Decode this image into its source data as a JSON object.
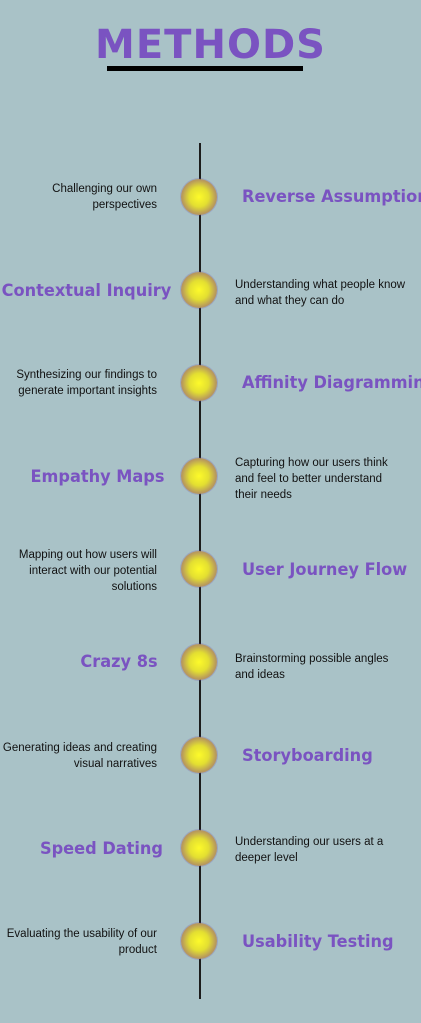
{
  "title": "METHODS",
  "methods": [
    {
      "title": "Reverse Assumptions",
      "description": "Challenging our own perspectives"
    },
    {
      "title": "Contextual Inquiry",
      "description": "Understanding what people know and what they can do"
    },
    {
      "title": "Affinity Diagramming",
      "description": "Synthesizing our findings to generate important insights"
    },
    {
      "title": "Empathy Maps",
      "description": "Capturing how our users think and feel to better understand their needs"
    },
    {
      "title": "User Journey Flow",
      "description": "Mapping out how users will interact with our potential solutions"
    },
    {
      "title": "Crazy 8s",
      "description": "Brainstorming possible angles and ideas"
    },
    {
      "title": "Storyboarding",
      "description": "Generating ideas and creating visual narratives"
    },
    {
      "title": "Speed Dating",
      "description": "Understanding our users at a deeper level"
    },
    {
      "title": "Usability Testing",
      "description": "Evaluating the usability of our product"
    }
  ]
}
